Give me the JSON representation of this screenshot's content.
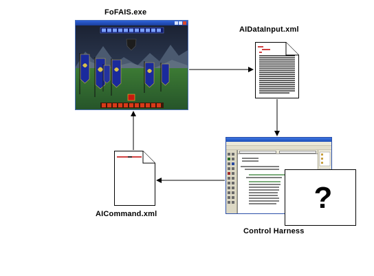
{
  "labels": {
    "game": "FoFAIS.exe",
    "data_input": "AIDataInput.xml",
    "command": "AICommand.xml",
    "harness": "Control Harness"
  },
  "question_mark": "?",
  "colors": {
    "arrow": "#000000",
    "game_sky": "#1b2233",
    "game_ground": "#2f6b2a",
    "banner_blue": "#1a2a9c",
    "banner_red": "#c51a10",
    "title_bar": "#2d62d8",
    "editor_face": "#ece9d8"
  },
  "icons": {
    "input_doc": "document-icon",
    "command_doc": "document-icon",
    "game": "game-screenshot",
    "editor": "code-editor-screenshot"
  }
}
